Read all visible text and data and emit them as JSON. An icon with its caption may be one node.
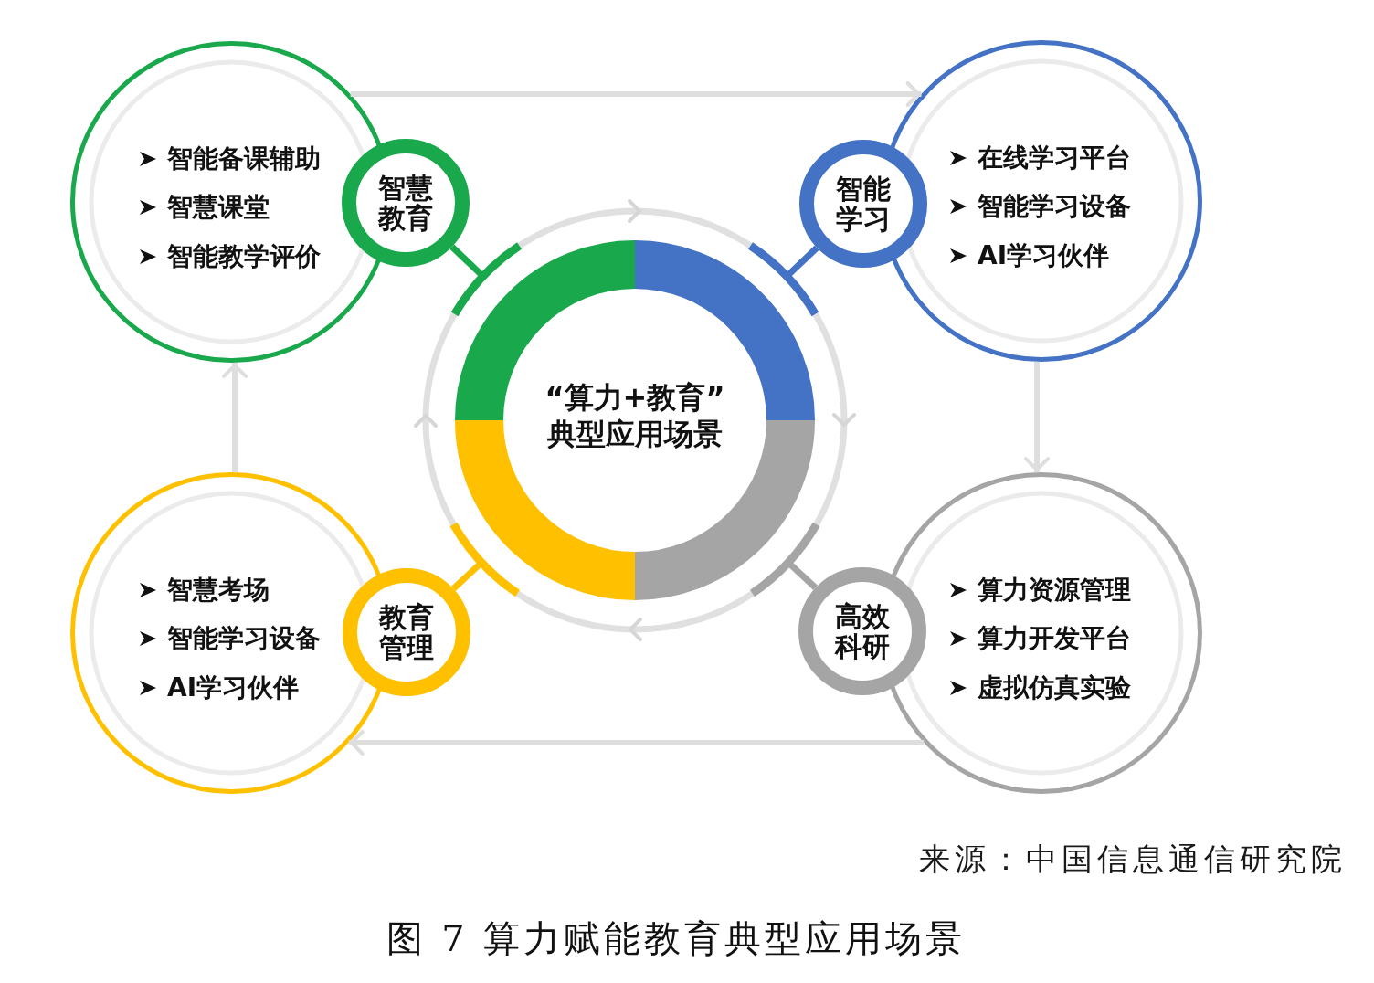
{
  "diagram": {
    "caption": "图 7 算力赋能教育典型应用场景",
    "nodes": [
      {
        "text": [
          "智能备课辅助",
          "智慧课堂",
          "智能教学评价"
        ]
      },
      {
        "text": [
          "智慧教育"
        ]
      },
      {
        "text": [
          "智能学习"
        ]
      },
      {
        "text": [
          "在线学习平台",
          "智能学习设备",
          "AI学习伙伴"
        ]
      },
      {
        "text": [
          "“算力+教育”典型应用场景"
        ]
      },
      {
        "text": [
          "智慧考场",
          "智能学习设备",
          "AI学习伙伴"
        ]
      },
      {
        "text": [
          "教育管理"
        ]
      },
      {
        "text": [
          "高效科研"
        ]
      },
      {
        "text": [
          "算力资源管理",
          "算力开发平台",
          "虚拟仿真实验"
        ]
      }
    ],
    "edges": [
      {
        "from": 1,
        "to": 4,
        "arrow": "other",
        "color": "#19a84b"
      },
      {
        "from": 2,
        "to": 4,
        "arrow": "other",
        "color": "#4472c4"
      },
      {
        "from": 6,
        "to": 4,
        "arrow": "other",
        "color": "#ffc000"
      },
      {
        "from": 7,
        "to": 4,
        "arrow": "other",
        "color": "#a5a5a5"
      },
      {
        "from": 0,
        "to": 3,
        "arrow": "to",
        "color": "#dedede"
      },
      {
        "from": 3,
        "to": 8,
        "arrow": "to",
        "color": "#dedede"
      },
      {
        "from": 8,
        "to": 5,
        "arrow": "to",
        "color": "#dedede"
      },
      {
        "from": 5,
        "to": 0,
        "arrow": "to",
        "color": "#dedede"
      }
    ],
    "labels": [
      "来源：中国信息通信研究院"
    ]
  }
}
